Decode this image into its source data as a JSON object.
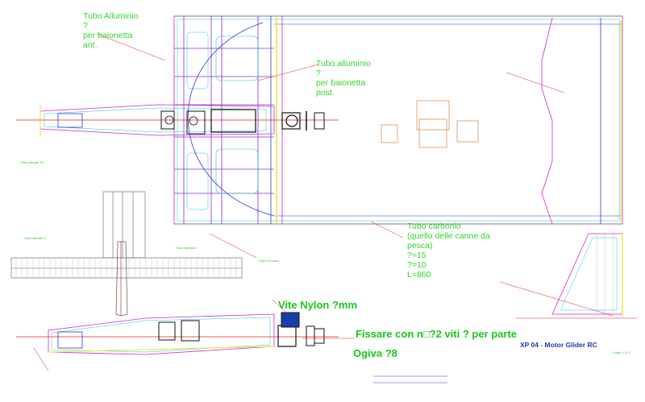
{
  "labels": {
    "tubo_anteriore": "Tubo Alluminio\n?\nper baionetta\nant.",
    "tubo_posteriore": "Tubo alluminio\n?\nper baionetta\npost.",
    "tubo_carbonio": "Tubo carbonio\n(quello delle canne da\npesca)\n?=15\n?=10\nL=860",
    "vite_nylon": "Vite Nylon ?mm",
    "fissare": "Fissare con n□?2 viti ? per parte",
    "ogiva": "Ogiva ?8",
    "title": "XP 04 - Motor Glider RC",
    "foglio": "Foglio 1 di 2",
    "vista_laterale": "Vista laterale TH",
    "vista_laterale2": "Vista laterale 2",
    "vista_laterale3": "Vista laterale 2",
    "legno": "Legno di balsa"
  },
  "colors": {
    "magenta": "#d424d4",
    "purple": "#8a2be2",
    "blue": "#2a3bd8",
    "cyan": "#18c8d8",
    "red": "#e02020",
    "green": "#2bd82b",
    "yellow": "#e8e84a",
    "gray": "#7a7a7a",
    "black": "#111111"
  }
}
